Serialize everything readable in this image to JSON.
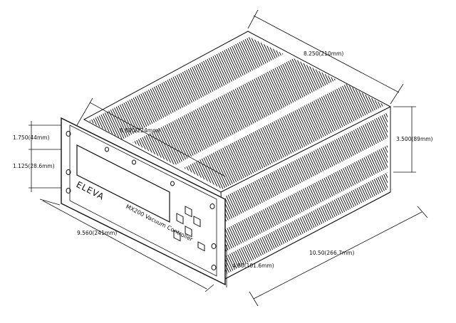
{
  "dimensions": {
    "depth_top": "8.250(210mm)",
    "height_right": "3.500(89mm)",
    "panel_width_inner": "8.800(224mm)",
    "mount_spacing_upper": "1.750(44mm)",
    "mount_spacing_lower": "1.125(28.6mm)",
    "panel_width_total": "9.560(241mm)",
    "panel_height": "4.80(101.6mm)",
    "depth_total": "10.50(266.7mm)"
  },
  "panel": {
    "brand": "ELEVA",
    "model_label": "MX200 Vacuum Controller"
  },
  "colors": {
    "line": "#111111",
    "hatch": "#1a1a1a",
    "background": "#ffffff"
  }
}
